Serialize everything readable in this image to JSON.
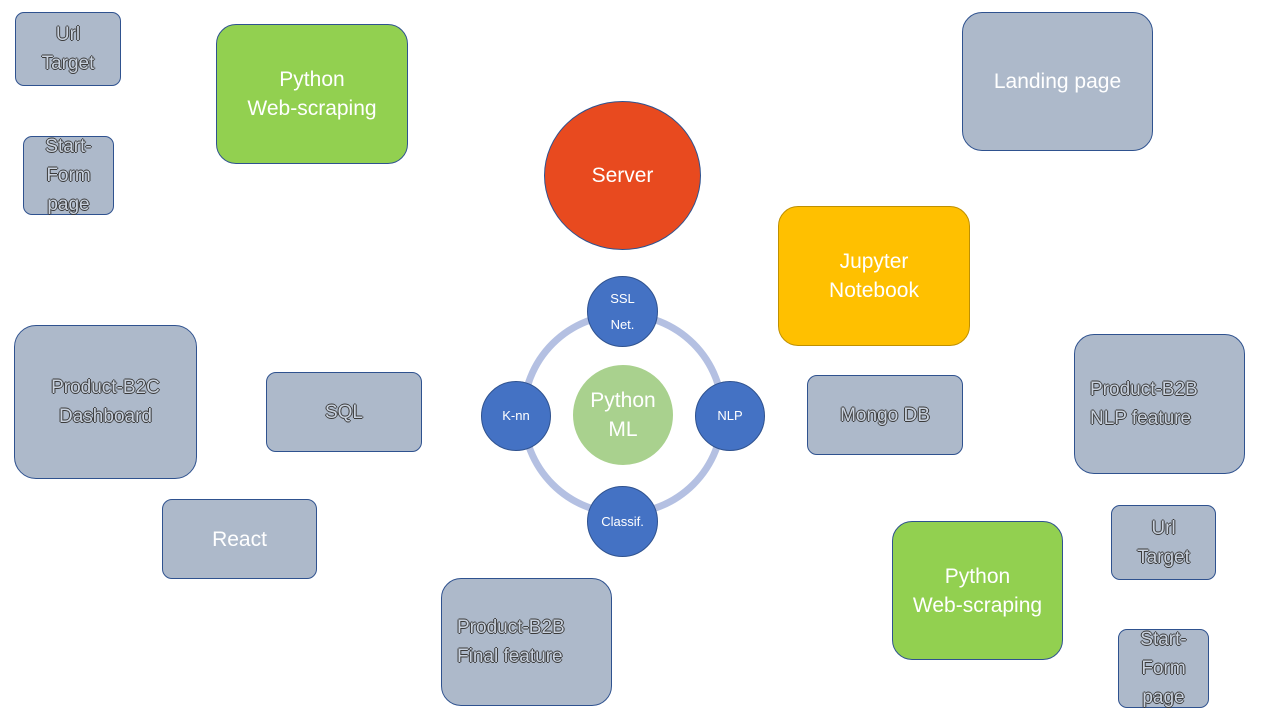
{
  "nodes": {
    "url_target_top": "Url\nTarget",
    "start_form_top": "Start-\nForm\npage",
    "web_scraping_top": "Python\nWeb-scraping",
    "server": "Server",
    "landing_page": "Landing page",
    "jupyter": "Jupyter\nNotebook",
    "product_b2c": "Product-B2C\nDashboard",
    "sql": "SQL",
    "python_ml": "Python\nML",
    "ssl_net": "SSL\nNet.",
    "knn": "K-nn",
    "nlp": "NLP",
    "classif": "Classif.",
    "mongo_db": "Mongo DB",
    "product_b2b_nlp": "Product-B2B\nNLP feature",
    "react": "React",
    "product_b2b_final": "Product-B2B\nFinal feature",
    "web_scraping_bottom": "Python\nWeb-scraping",
    "url_target_bottom": "Url\nTarget",
    "start_form_bottom": "Start-\nForm\npage"
  },
  "colors": {
    "gray_box": "#adb9ca",
    "green_box": "#92d050",
    "gold_box": "#ffc000",
    "server_red": "#e84a1f",
    "ml_center": "#a9d18e",
    "orbit_blue": "#4472c4",
    "ring": "#b4c0e2",
    "border": "#2f528f"
  }
}
